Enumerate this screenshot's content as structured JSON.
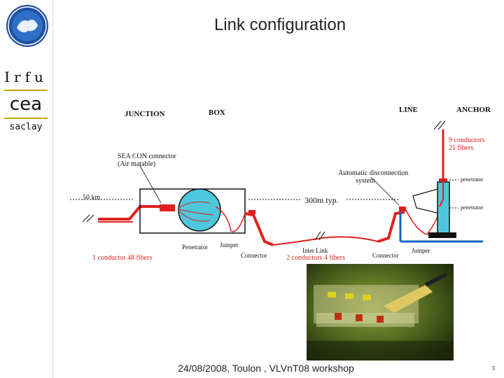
{
  "slide": {
    "title": "Link configuration",
    "footer": "24/08/2008, Toulon , VLVnT08 workshop",
    "page_number": "5"
  },
  "sidebar": {
    "logo_top": "antares-logo-icon",
    "lab_name": "Irfu",
    "org_name": "cea",
    "site_name": "saclay"
  },
  "diagram": {
    "junction_label": "JUNCTION",
    "box_label": "BOX",
    "line_label": "LINE",
    "anchor_label": "ANCHOR",
    "seacon_label_1": "SEA CON connector",
    "seacon_label_2": "(Air matable)",
    "distance_label": "50 km",
    "link_length_label": "300m typ.",
    "auto_disconnect_1": "Automatic disconnection",
    "auto_disconnect_2": "system",
    "anchor_conductors_1": "9 conductors",
    "anchor_conductors_2": "21 fibers",
    "penetrator_upper": "penetrator",
    "penetrator_lower": "penetrator",
    "penetrator_box": "Penetrator",
    "jumper_box": "Jumper",
    "connector_box": "Connector",
    "inter_link": "Inter Link",
    "connector_line": "Connector",
    "jumper_line": "Jumper",
    "cable_main": "1 conductor 48 fibers",
    "cable_link": "2 conductors 4 fibers"
  },
  "photo": {
    "icon": "underwater-rov-photo"
  }
}
